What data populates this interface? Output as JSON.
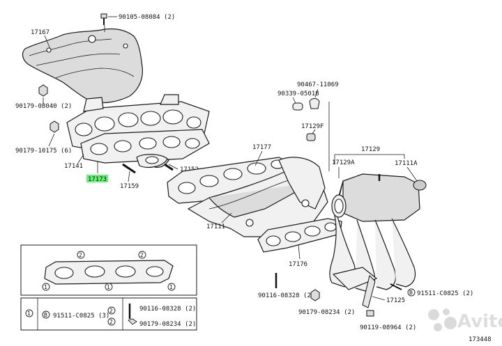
{
  "labels": {
    "p90105": "90105-08084 (2)",
    "p17167": "17167",
    "p90179_08040": "90179-08040 (2)",
    "p90179_10175": "90179-10175 (6)",
    "p17141": "17141",
    "p17173": "17173",
    "p17159": "17159",
    "p17152": "17152",
    "p90467": "90467-11069",
    "p90339": "90339-05018",
    "p17129F": "17129F",
    "p17177": "17177",
    "p17129": "17129",
    "p17129A": "17129A",
    "p17111A": "17111A",
    "p17111": "17111",
    "p17176": "17176",
    "p90116": "90116-08328 (2)",
    "p90179_08234": "90179-08234 (2)",
    "p17125": "17125",
    "p91511_right": "91511-C0825 (2)",
    "p90119": "90119-08964 (2)",
    "diagram_code": "173448"
  },
  "inset": {
    "callout_1": "1",
    "callout_2": "2",
    "callout_b": "B",
    "b_part": "91511-C0825 (3)",
    "bolt_part": "90116-08328 (2)",
    "nut_part": "90179-08234 (2)"
  },
  "callouts": {
    "b_right": "B"
  },
  "highlight_color": "#55ee66",
  "watermark": {
    "icon": "avito-logo-icon",
    "text": "Avito"
  }
}
